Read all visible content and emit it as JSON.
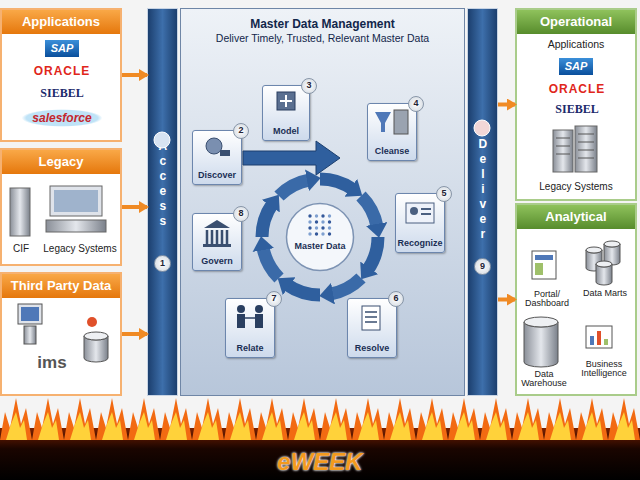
{
  "diagram": {
    "nodes": [
      {
        "text": [
          "Applications",
          "SAP",
          "ORACLE",
          "SIEBEL",
          "salesforce"
        ]
      },
      {
        "text": [
          "Legacy",
          "CIF",
          "Legacy Systems"
        ]
      },
      {
        "text": [
          "Third Party Data",
          "ims"
        ]
      },
      {
        "text": [
          "Access",
          "1"
        ]
      },
      {
        "text": [
          "Master Data Management",
          "Deliver Timely, Trusted, Relevant Master Data"
        ]
      },
      {
        "text": [
          "2",
          "Discover"
        ],
        "in": 4
      },
      {
        "text": [
          "3",
          "Model"
        ],
        "in": 4
      },
      {
        "text": [
          "4",
          "Cleanse"
        ],
        "in": 4
      },
      {
        "text": [
          "5",
          "Recognize"
        ],
        "in": 4
      },
      {
        "text": [
          "6",
          "Resolve"
        ],
        "in": 4
      },
      {
        "text": [
          "7",
          "Relate"
        ],
        "in": 4
      },
      {
        "text": [
          "8",
          "Govern"
        ],
        "in": 4
      },
      {
        "text": [
          "Master Data"
        ],
        "in": 4
      },
      {
        "text": [
          "Deliver",
          "9"
        ]
      },
      {
        "text": [
          "Operational",
          "Applications",
          "SAP",
          "ORACLE",
          "SIEBEL",
          "Legacy Systems"
        ]
      },
      {
        "text": [
          "Analytical",
          "Portal/ Dashboard",
          "Data Marts",
          "Data Warehouse",
          "Business Intelligence"
        ]
      }
    ],
    "edges": [
      {
        "from": 0,
        "to": 3,
        "arrow": "to"
      },
      {
        "from": 1,
        "to": 3,
        "arrow": "to"
      },
      {
        "from": 2,
        "to": 3,
        "arrow": "to"
      },
      {
        "from": 13,
        "to": 14,
        "arrow": "to"
      },
      {
        "from": 13,
        "to": 15,
        "arrow": "to"
      }
    ],
    "labels": [
      "eWEEK"
    ]
  }
}
